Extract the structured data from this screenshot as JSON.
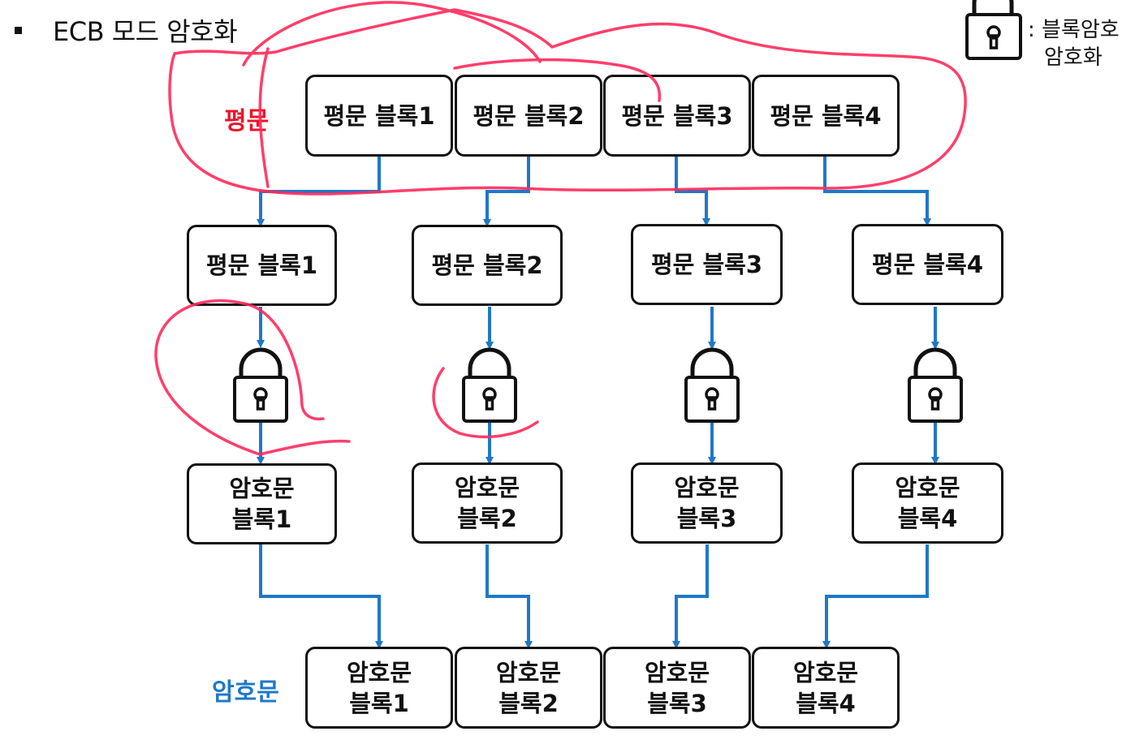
{
  "heading": {
    "text": "ECB 모드 암호화"
  },
  "legend": {
    "line1": ": 블록암호",
    "line2": "암호화",
    "icon": "padlock-icon"
  },
  "labels": {
    "plaintext": "평문",
    "ciphertext": "암호문"
  },
  "plaintext_row": [
    "평문 블록1",
    "평문 블록2",
    "평문 블록3",
    "평문 블록4"
  ],
  "split_plaintext": [
    "평문 블록1",
    "평문 블록2",
    "평문 블록3",
    "평문 블록4"
  ],
  "cipher_blocks": [
    {
      "l1": "암호문",
      "l2": "블록1"
    },
    {
      "l1": "암호문",
      "l2": "블록2"
    },
    {
      "l1": "암호문",
      "l2": "블록3"
    },
    {
      "l1": "암호문",
      "l2": "블록4"
    }
  ],
  "ciphertext_row": [
    {
      "l1": "암호문",
      "l2": "블록1"
    },
    {
      "l1": "암호문",
      "l2": "블록2"
    },
    {
      "l1": "암호문",
      "l2": "블록3"
    },
    {
      "l1": "암호문",
      "l2": "블록4"
    }
  ],
  "colors": {
    "arrow": "#1f78c8",
    "annotation": "#ff2a5a",
    "plaintext_label": "#e8152a",
    "ciphertext_label": "#1f78c8"
  }
}
